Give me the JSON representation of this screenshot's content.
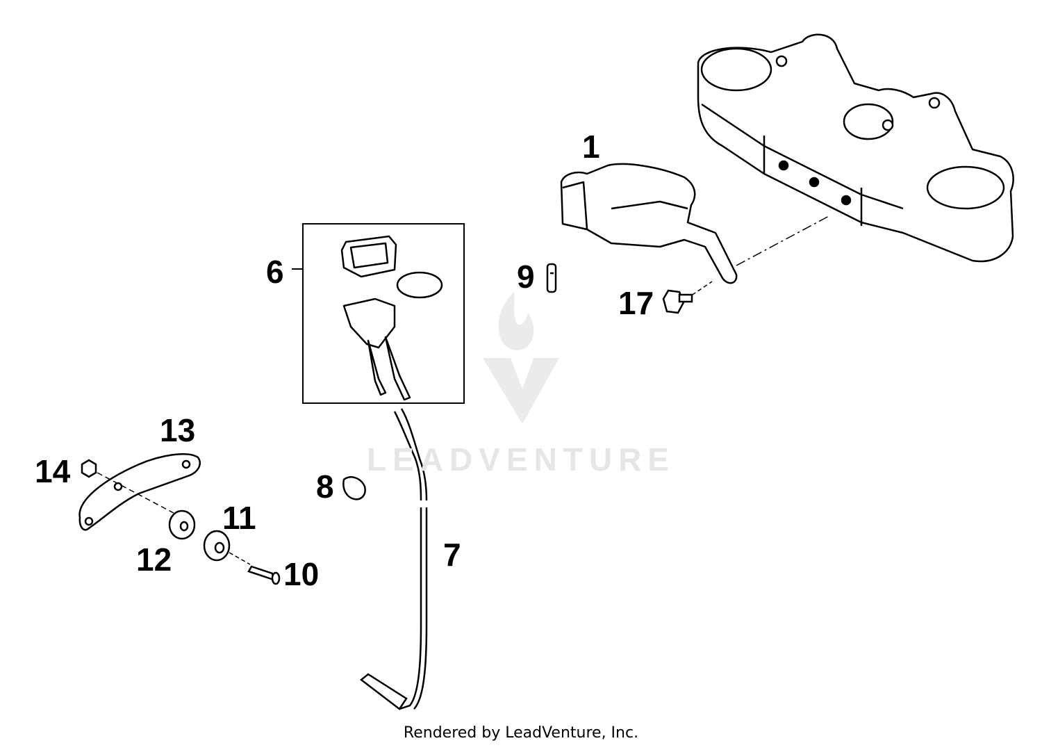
{
  "diagram": {
    "callouts": [
      {
        "id": "1",
        "label": "1"
      },
      {
        "id": "6",
        "label": "6"
      },
      {
        "id": "9",
        "label": "9"
      },
      {
        "id": "17",
        "label": "17"
      },
      {
        "id": "13",
        "label": "13"
      },
      {
        "id": "14",
        "label": "14"
      },
      {
        "id": "8",
        "label": "8"
      },
      {
        "id": "11",
        "label": "11"
      },
      {
        "id": "12",
        "label": "12"
      },
      {
        "id": "10",
        "label": "10"
      },
      {
        "id": "7",
        "label": "7"
      }
    ]
  },
  "watermark": {
    "text": "LEADVENTURE"
  },
  "footer": {
    "text": "Rendered by LeadVenture, Inc."
  }
}
